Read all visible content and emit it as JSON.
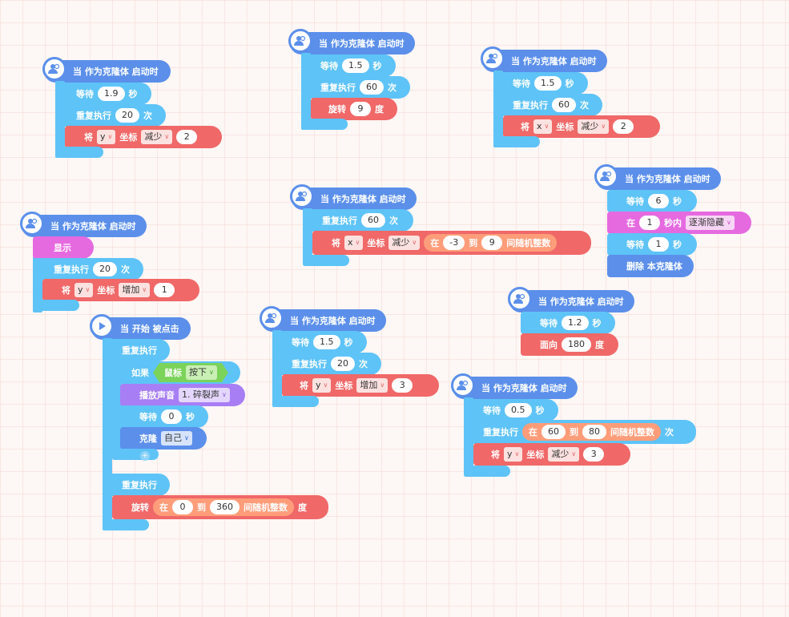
{
  "labels": {
    "clone_hat": "当 作为克隆体 启动时",
    "start_hat": "当 开始 被点击",
    "wait": "等待",
    "sec": "秒",
    "repeat": "重复执行",
    "times": "次",
    "set": "将",
    "coord": "坐标",
    "turn": "旋转",
    "deg": "度",
    "show": "显示",
    "in": "在",
    "to": "到",
    "random": "间随机整数",
    "sec_in": "秒内",
    "delete_clone": "删除 本克隆体",
    "face": "面向",
    "forever": "重复执行",
    "if": "如果",
    "mouse": "鼠标",
    "play_sound": "播放声音",
    "clone": "克隆",
    "plus": "+"
  },
  "script1": {
    "wait": "1.9",
    "repeat": "20",
    "axis": "y",
    "op": "减少",
    "amount": "2"
  },
  "script2": {
    "wait": "1.5",
    "repeat": "60",
    "turn": "9"
  },
  "script3": {
    "wait": "1.5",
    "repeat": "60",
    "axis": "x",
    "op": "减少",
    "amount": "2"
  },
  "script4": {
    "repeat": "20",
    "axis": "y",
    "op": "增加",
    "amount": "1"
  },
  "script5": {
    "repeat": "60",
    "axis": "x",
    "op": "减少",
    "min": "-3",
    "max": "9"
  },
  "script6": {
    "wait1": "6",
    "fade_time": "1",
    "fade": "逐渐隐藏",
    "wait2": "1"
  },
  "script7": {
    "mouse_state": "按下",
    "sound": "1. 碎裂声",
    "wait": "0",
    "clone_target": "自己",
    "turn_min": "0",
    "turn_max": "360"
  },
  "script8": {
    "wait": "1.5",
    "repeat": "20",
    "axis": "y",
    "op": "增加",
    "amount": "3"
  },
  "script9": {
    "wait": "1.2",
    "direction": "180"
  },
  "script10": {
    "wait": "0.5",
    "rep_min": "60",
    "rep_max": "80",
    "axis": "y",
    "op": "减少",
    "amount": "3"
  }
}
